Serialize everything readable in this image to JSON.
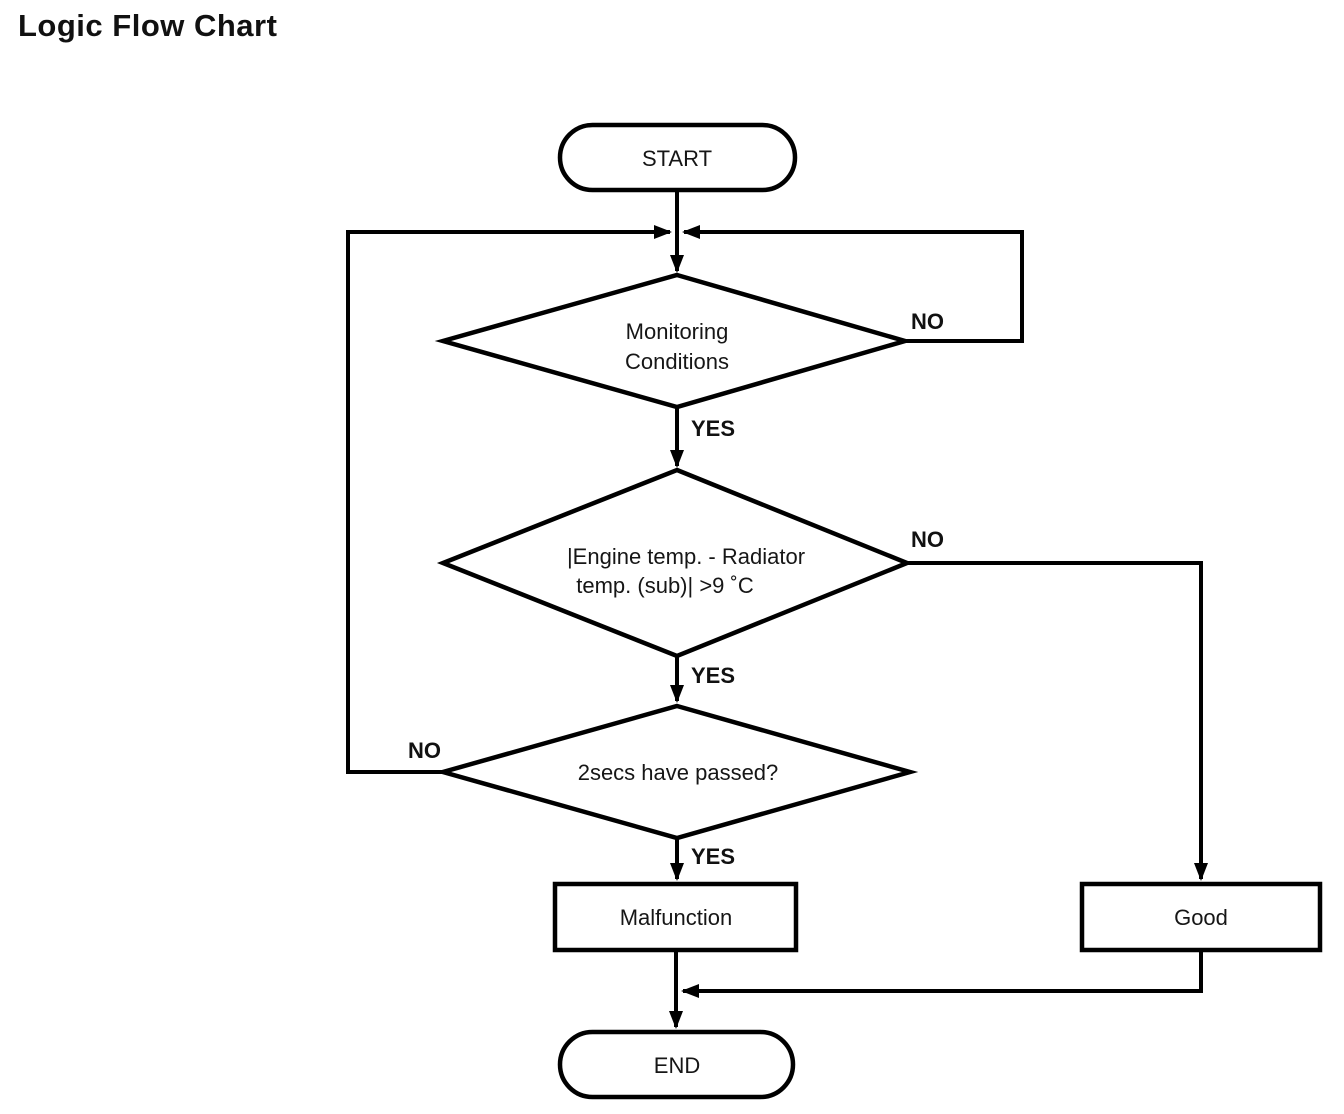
{
  "title": "Logic Flow Chart",
  "colors": {
    "background": "#ffffff",
    "stroke": "#000000",
    "text": "#161616"
  },
  "nodes": {
    "start": {
      "type": "terminator",
      "label": "START"
    },
    "monitoring": {
      "type": "decision",
      "line1": "Monitoring",
      "line2": "Conditions"
    },
    "temp_check": {
      "type": "decision",
      "line1": "|Engine temp. - Radiator",
      "line2": "temp. (sub)| >9 ˚C"
    },
    "timer_check": {
      "type": "decision",
      "label": "2secs have passed?"
    },
    "malfunction": {
      "type": "process",
      "label": "Malfunction"
    },
    "good": {
      "type": "process",
      "label": "Good"
    },
    "end": {
      "type": "terminator",
      "label": "END"
    }
  },
  "edge_labels": {
    "monitoring_no": "NO",
    "monitoring_yes": "YES",
    "temp_check_no": "NO",
    "temp_check_yes": "YES",
    "timer_check_no": "NO",
    "timer_check_yes": "YES"
  }
}
